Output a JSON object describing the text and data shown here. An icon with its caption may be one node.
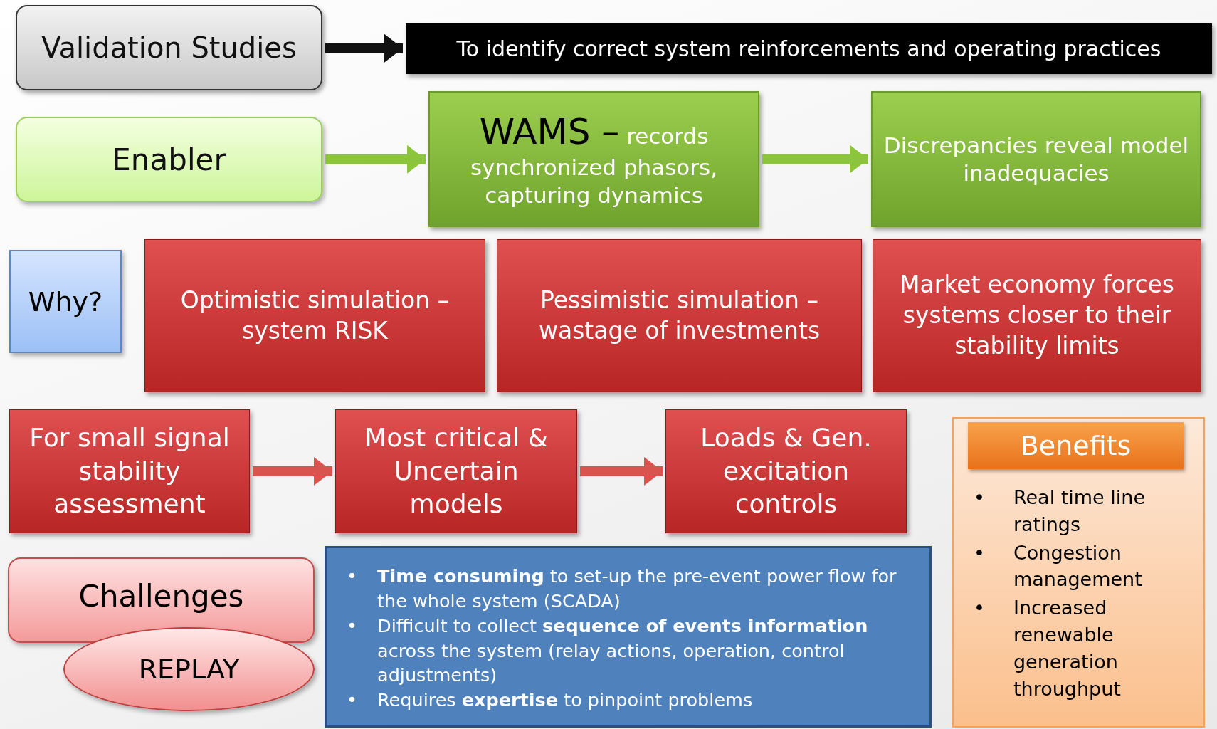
{
  "diagram": {
    "nodes": [
      {
        "text": [
          "Validation Studies"
        ]
      },
      {
        "text": [
          "To identify correct system reinforcements and operating practices"
        ]
      },
      {
        "text": [
          "Enabler"
        ]
      },
      {
        "text": [
          "**WAMS –** records synchronized phasors, capturing dynamics"
        ]
      },
      {
        "text": [
          "Discrepancies reveal model inadequacies"
        ]
      },
      {
        "text": [
          "Why?"
        ]
      },
      {
        "text": [
          "Optimistic simulation – system RISK"
        ]
      },
      {
        "text": [
          "Pessimistic  simulation – wastage of investments"
        ]
      },
      {
        "text": [
          "Market economy forces systems closer to their stability limits"
        ]
      },
      {
        "text": [
          "For small signal stability assessment"
        ]
      },
      {
        "text": [
          "Most critical & Uncertain models"
        ]
      },
      {
        "text": [
          "Loads & Gen. excitation controls"
        ]
      },
      {
        "text": [
          "•",
          "Real time line ratings",
          "•",
          "Congestion management",
          "•",
          "Increased renewable generation throughput"
        ]
      },
      {
        "text": [
          "Benefits"
        ],
        "in": 12
      },
      {
        "text": [
          "Challenges"
        ]
      },
      {
        "text": [
          "REPLAY"
        ]
      },
      {
        "text": [
          "•",
          "**Time consuming** to set-up the pre-event power flow for the whole system (SCADA)",
          "•",
          "Difficult to collect **sequence of events information** across the system (relay actions, operation, control adjustments)",
          "•",
          "Requires **expertise** to pinpoint problems"
        ]
      }
    ],
    "edges": [
      {
        "from": 0,
        "to": 1,
        "arrow": "to",
        "color": "#111111"
      },
      {
        "from": 2,
        "to": 3,
        "arrow": "to",
        "color": "#8cc43c"
      },
      {
        "from": 3,
        "to": 4,
        "arrow": "to",
        "color": "#8cc43c"
      },
      {
        "from": 9,
        "to": 10,
        "arrow": "to",
        "color": "#d9534f"
      },
      {
        "from": 10,
        "to": 11,
        "arrow": "to",
        "color": "#d9534f"
      }
    ]
  }
}
